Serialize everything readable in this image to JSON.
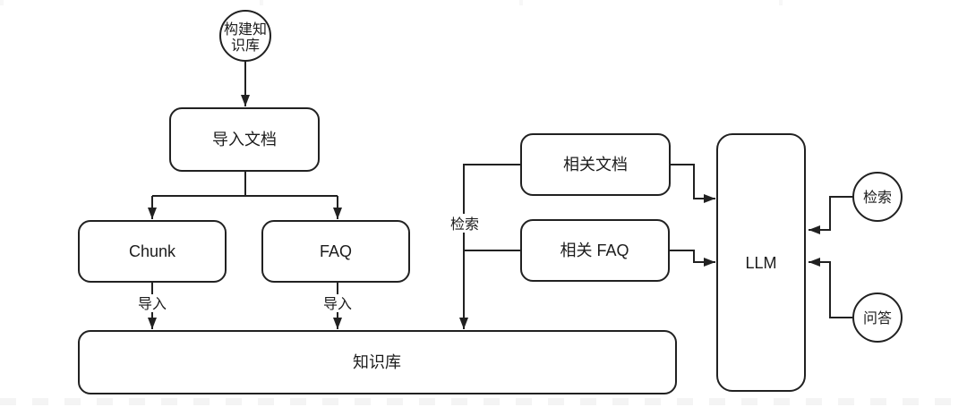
{
  "diagram": {
    "stroke_color": "#212121",
    "text_color": "#1c1c1c",
    "background_color": "#ffffff",
    "nodes": {
      "start": {
        "line1": "构建知",
        "line2": "识库"
      },
      "import_doc": {
        "label": "导入文档"
      },
      "chunk": {
        "label": "Chunk"
      },
      "faq": {
        "label": "FAQ"
      },
      "knowledge_base": {
        "label": "知识库"
      },
      "related_docs": {
        "label": "相关文档"
      },
      "related_faq": {
        "label": "相关 FAQ"
      },
      "llm": {
        "label": "LLM"
      },
      "retrieval_circle": {
        "label": "检索"
      },
      "qa_circle": {
        "label": "问答"
      }
    },
    "edge_labels": {
      "import_from_chunk": "导入",
      "import_from_faq": "导入",
      "retrieve": "检索"
    }
  }
}
